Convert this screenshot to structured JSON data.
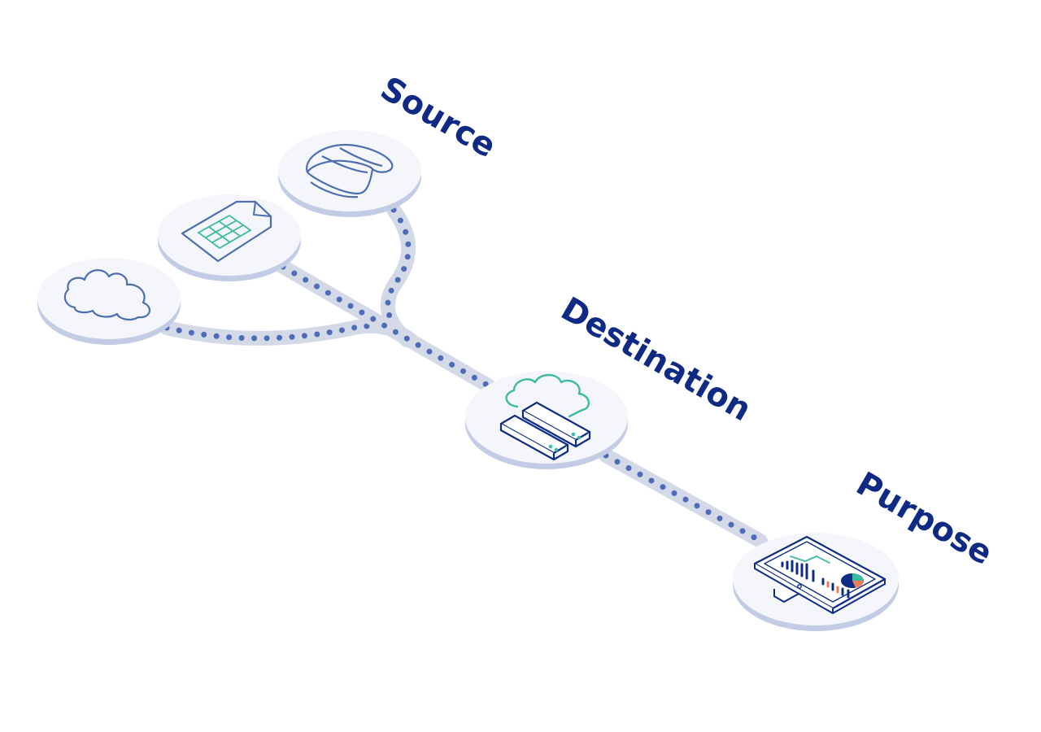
{
  "labels": {
    "source": "Source",
    "destination": "Destination",
    "purpose": "Purpose"
  },
  "colors": {
    "background": "#ffffff",
    "label": "#0e2a85",
    "node_fill": "#f4f6fb",
    "node_base": "#c3cce5",
    "pipe": "#d4d9e8",
    "pipe_dots": "#4e6bb8",
    "icon_blue": "#4d6eb0",
    "icon_navy": "#0f2c85",
    "icon_teal": "#3dbba2",
    "icon_orange": "#f17c57"
  },
  "nodes": [
    {
      "id": "cloud-source",
      "icon": "cloud-icon",
      "group": "source"
    },
    {
      "id": "spreadsheet-source",
      "icon": "spreadsheet-icon",
      "group": "source"
    },
    {
      "id": "database-source",
      "icon": "database-icon",
      "group": "source"
    },
    {
      "id": "cloud-server",
      "icon": "cloud-server-icon",
      "group": "destination"
    },
    {
      "id": "analytics-dashboard",
      "icon": "analytics-monitor-icon",
      "group": "purpose"
    }
  ]
}
